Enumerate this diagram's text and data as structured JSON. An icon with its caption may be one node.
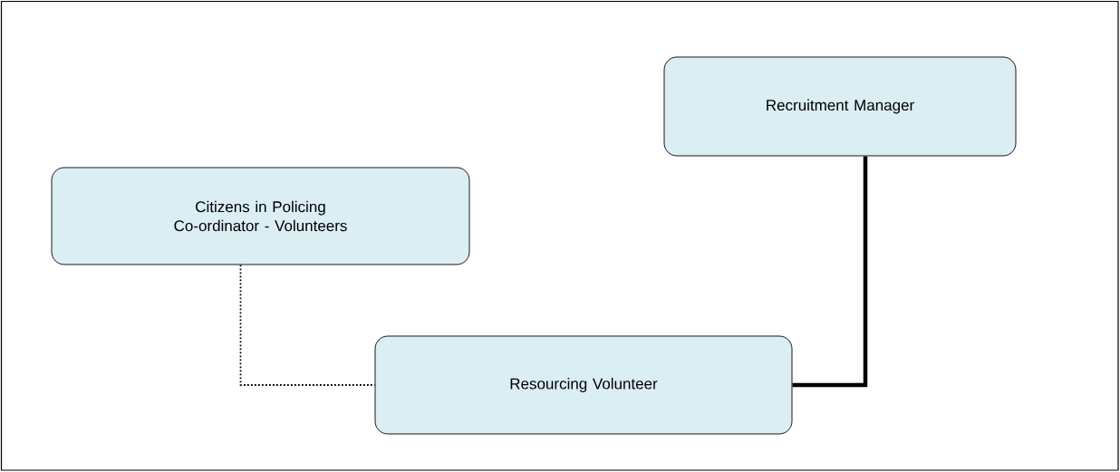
{
  "diagram": {
    "nodes": [
      {
        "text": [
          "Recruitment Manager"
        ]
      },
      {
        "text": [
          "Citizens in Policing Co-ordinator - Volunteers"
        ]
      },
      {
        "text": [
          "Resourcing Volunteer"
        ]
      }
    ],
    "edges": [
      {
        "from": 0,
        "to": 2,
        "arrow": "none",
        "style": "thick"
      },
      {
        "from": 1,
        "to": 2,
        "arrow": "none",
        "style": "dashed"
      }
    ]
  }
}
